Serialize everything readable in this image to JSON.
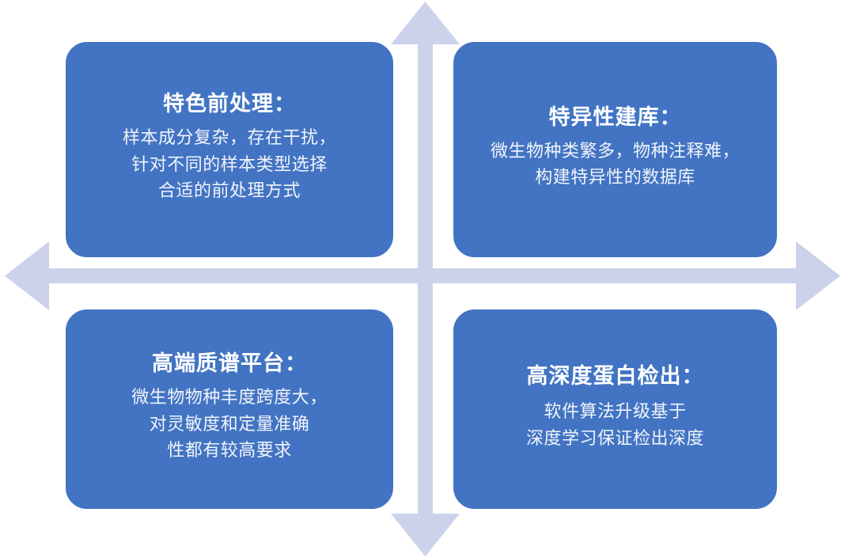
{
  "diagram": {
    "type": "four-quadrant-arrow-cross",
    "colors": {
      "box_fill": "#4274c3",
      "box_border": "#ffffff",
      "arrow_fill": "#ccd2ea",
      "title_text": "#ffffff",
      "body_text": "#f2f4fb",
      "background": "#ffffff"
    },
    "center_arrow": {
      "name": "four-way-arrow",
      "directions": [
        "up",
        "right",
        "down",
        "left"
      ]
    },
    "quadrants": [
      {
        "position": "top-left",
        "title": "特色前处理：",
        "body_lines": [
          "样本成分复杂，存在干扰，",
          "针对不同的样本类型选择",
          "合适的前处理方式"
        ]
      },
      {
        "position": "top-right",
        "title": "特异性建库：",
        "body_lines": [
          "微生物种类繁多，物种注释难，",
          "构建特异性的数据库"
        ]
      },
      {
        "position": "bottom-left",
        "title": "高端质谱平台：",
        "body_lines": [
          "微生物物种丰度跨度大，",
          "对灵敏度和定量准确",
          "性都有较高要求"
        ]
      },
      {
        "position": "bottom-right",
        "title": "高深度蛋白检出：",
        "body_lines": [
          "软件算法升级基于",
          "深度学习保证检出深度"
        ]
      }
    ]
  }
}
